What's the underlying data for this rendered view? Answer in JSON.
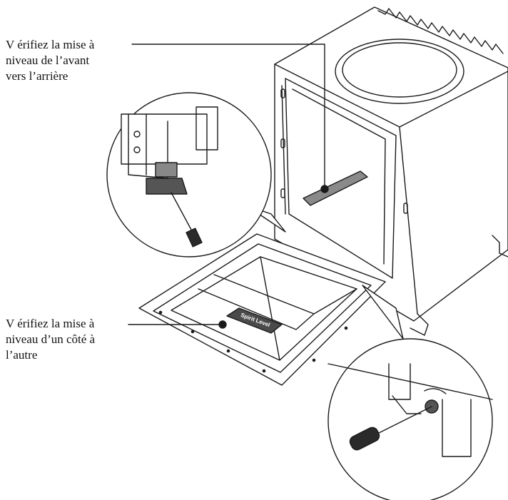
{
  "callouts": {
    "front_to_back": {
      "lines": [
        "V érifiez la mise  à",
        "niveau de l’avant",
        "vers l’arrière"
      ]
    },
    "side_to_side": {
      "lines": [
        "V érifiez la mise  à",
        "niveau d’un côté à",
        "l’autre"
      ]
    }
  },
  "spirit_level_label": "Spirit Level"
}
